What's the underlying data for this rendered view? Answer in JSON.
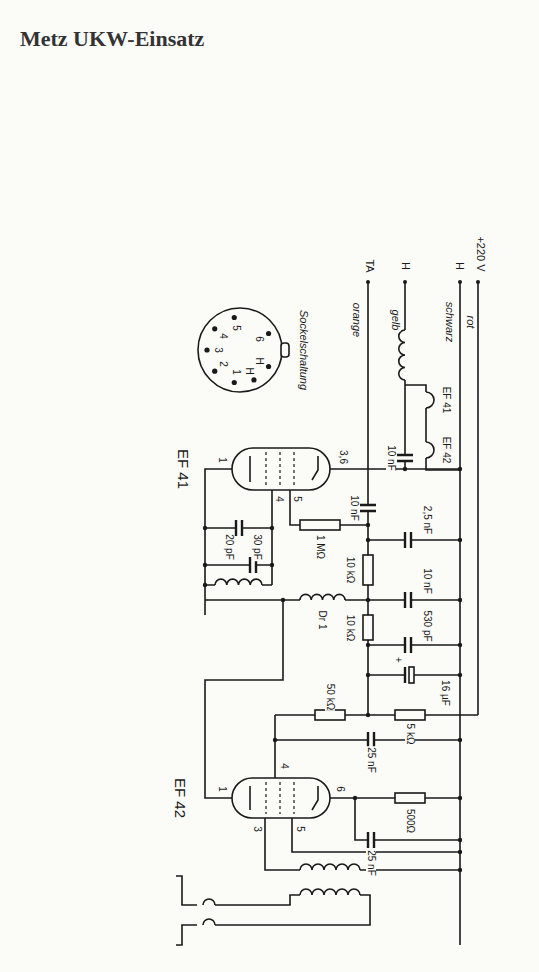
{
  "diagram": {
    "title": "Metz UKW-Einsatz",
    "labels": [
      "Sockelschaltung",
      "1",
      "2",
      "3",
      "4",
      "5",
      "6",
      "H",
      "H",
      "EF 41",
      "1",
      "4",
      "5",
      "3,6",
      "20 pF",
      "30 pF",
      "10 nF",
      "1 MΩ",
      "2,5 nF",
      "Dr 1",
      "10 kΩ",
      "10 nF",
      "10 kΩ",
      "530 pF",
      "16 µF",
      "+",
      "50 kΩ",
      "5 kΩ",
      "EF 42",
      "1",
      "4",
      "3",
      "5",
      "6",
      "25 nF",
      "25 nF",
      "500Ω",
      "10 nF",
      "EF 41",
      "EF 42",
      "orange",
      "gelb",
      "schwarz",
      "rot",
      "TA",
      "H",
      "H",
      "+220 V"
    ]
  }
}
